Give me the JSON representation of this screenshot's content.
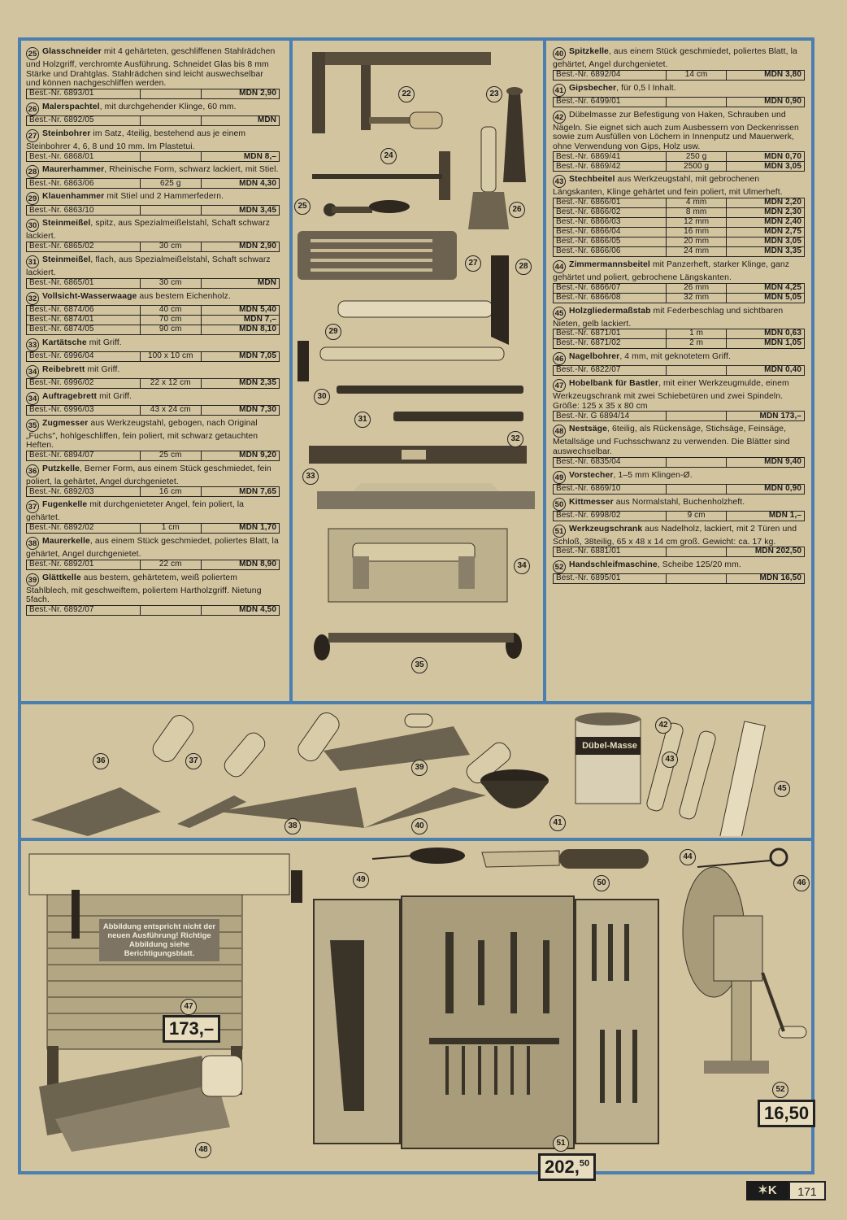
{
  "left_column": [
    {
      "n": "25",
      "name": "Glasschneider",
      "desc": " mit 4 gehärteten, geschliffenen Stahlrädchen und Holzgriff, verchromte Ausführung. Schneidet Glas bis 8 mm Stärke und Drahtglas. Stahlrädchen sind leicht auswechselbar und können nachgeschliffen werden.",
      "rows": [
        {
          "nr": "Best.-Nr. 6893/01",
          "size": "",
          "price": "MDN 2,90"
        }
      ]
    },
    {
      "n": "26",
      "name": "Malerspachtel",
      "desc": ", mit durchgehender Klinge, 60 mm.",
      "rows": [
        {
          "nr": "Best.-Nr. 6892/05",
          "size": "",
          "price": "MDN"
        }
      ]
    },
    {
      "n": "27",
      "name": "Steinbohrer",
      "desc": " im Satz, 4teilig, bestehend aus je einem Steinbohrer 4, 6, 8 und 10 mm. Im Plastetui.",
      "rows": [
        {
          "nr": "Best.-Nr. 6868/01",
          "size": "",
          "price": "MDN 8,–"
        }
      ]
    },
    {
      "n": "28",
      "name": "Maurerhammer",
      "desc": ", Rheinische Form, schwarz lackiert, mit Stiel.",
      "rows": [
        {
          "nr": "Best.-Nr. 6863/06",
          "size": "625 g",
          "price": "MDN 4,30"
        }
      ]
    },
    {
      "n": "29",
      "name": "Klauenhammer",
      "desc": " mit Stiel und 2 Hammerfedern.",
      "rows": [
        {
          "nr": "Best.-Nr. 6863/10",
          "size": "",
          "price": "MDN 3,45"
        }
      ]
    },
    {
      "n": "30",
      "name": "Steinmeißel",
      "desc": ", spitz, aus Spezialmeißelstahl, Schaft schwarz lackiert.",
      "rows": [
        {
          "nr": "Best.-Nr. 6865/02",
          "size": "30 cm",
          "price": "MDN 2,90"
        }
      ]
    },
    {
      "n": "31",
      "name": "Steinmeißel",
      "desc": ", flach, aus Spezialmeißelstahl, Schaft schwarz lackiert.",
      "rows": [
        {
          "nr": "Best.-Nr. 6865/01",
          "size": "30 cm",
          "price": "MDN"
        }
      ]
    },
    {
      "n": "32",
      "name": "Vollsicht-Wasserwaage",
      "desc": " aus bestem Eichenholz.",
      "rows": [
        {
          "nr": "Best.-Nr. 6874/06",
          "size": "40 cm",
          "price": "MDN 5,40"
        },
        {
          "nr": "Best.-Nr. 6874/01",
          "size": "70 cm",
          "price": "MDN 7,–"
        },
        {
          "nr": "Best.-Nr. 6874/05",
          "size": "90 cm",
          "price": "MDN 8,10"
        }
      ]
    },
    {
      "n": "33",
      "name": "Kartätsche",
      "desc": " mit Griff.",
      "rows": [
        {
          "nr": "Best.-Nr. 6996/04",
          "size": "100 x 10 cm",
          "price": "MDN 7,05"
        }
      ]
    },
    {
      "n": "34",
      "name": "Reibebrett",
      "desc": " mit Griff.",
      "rows": [
        {
          "nr": "Best.-Nr. 6996/02",
          "size": "22 x 12 cm",
          "price": "MDN 2,35"
        }
      ]
    },
    {
      "n": "34",
      "name": "Auftragebrett",
      "desc": " mit Griff.",
      "rows": [
        {
          "nr": "Best.-Nr. 6996/03",
          "size": "43 x 24 cm",
          "price": "MDN 7,30"
        }
      ]
    },
    {
      "n": "35",
      "name": "Zugmesser",
      "desc": " aus Werkzeugstahl, gebogen, nach Original „Fuchs\", hohlgeschliffen, fein poliert, mit schwarz getauchten Heften.",
      "rows": [
        {
          "nr": "Best.-Nr. 6894/07",
          "size": "25 cm",
          "price": "MDN 9,20"
        }
      ]
    },
    {
      "n": "36",
      "name": "Putzkelle",
      "desc": ", Berner Form, aus einem Stück geschmiedet, fein poliert, la gehärtet, Angel durchgenietet.",
      "rows": [
        {
          "nr": "Best.-Nr. 6892/03",
          "size": "16 cm",
          "price": "MDN 7,65"
        }
      ]
    },
    {
      "n": "37",
      "name": "Fugenkelle",
      "desc": " mit durchgenieteter Angel, fein poliert, la gehärtet.",
      "rows": [
        {
          "nr": "Best.-Nr. 6892/02",
          "size": "1 cm",
          "price": "MDN 1,70"
        }
      ]
    },
    {
      "n": "38",
      "name": "Maurerkelle",
      "desc": ", aus einem Stück geschmiedet, poliertes Blatt, la gehärtet, Angel durchgenietet.",
      "rows": [
        {
          "nr": "Best.-Nr. 6892/01",
          "size": "22 cm",
          "price": "MDN 8,90"
        }
      ]
    },
    {
      "n": "39",
      "name": "Glättkelle",
      "desc": " aus bestem, gehärtetem, weiß poliertem Stahlblech, mit geschweiftem, poliertem Hartholzgriff. Nietung 5fach.",
      "rows": [
        {
          "nr": "Best.-Nr. 6892/07",
          "size": "",
          "price": "MDN 4,50"
        }
      ]
    }
  ],
  "right_column": [
    {
      "n": "40",
      "name": "Spitzkelle",
      "desc": ", aus einem Stück geschmiedet, poliertes Blatt, la gehärtet, Angel durchgenietet.",
      "rows": [
        {
          "nr": "Best.-Nr. 6892/04",
          "size": "14 cm",
          "price": "MDN 3,80"
        }
      ]
    },
    {
      "n": "41",
      "name": "Gipsbecher",
      "desc": ", für 0,5 l Inhalt.",
      "rows": [
        {
          "nr": "Best.-Nr. 6499/01",
          "size": "",
          "price": "MDN 0,90"
        }
      ]
    },
    {
      "n": "42",
      "name": "Dübelmasse",
      "desc": " zur Befestigung von Haken, Schrauben und Nägeln. Sie eignet sich auch zum Ausbessern von Deckenrissen sowie zum Ausfüllen von Löchern in Innenputz und Mauerwerk, ohne Verwendung von Gips, Holz usw.",
      "plain": true,
      "rows": [
        {
          "nr": "Best.-Nr. 6869/41",
          "size": "250 g",
          "price": "MDN 0,70"
        },
        {
          "nr": "Best.-Nr. 6869/42",
          "size": "2500 g",
          "price": "MDN 3,05"
        }
      ]
    },
    {
      "n": "43",
      "name": "Stechbeitel",
      "desc": " aus Werkzeugstahl, mit gebrochenen Längskanten, Klinge gehärtet und fein poliert, mit Ulmerheft.",
      "rows": [
        {
          "nr": "Best.-Nr. 6866/01",
          "size": "4 mm",
          "price": "MDN 2,20"
        },
        {
          "nr": "Best.-Nr. 6866/02",
          "size": "8 mm",
          "price": "MDN 2,30"
        },
        {
          "nr": "Best.-Nr. 6866/03",
          "size": "12 mm",
          "price": "MDN 2,40"
        },
        {
          "nr": "Best.-Nr. 6866/04",
          "size": "16 mm",
          "price": "MDN 2,75"
        },
        {
          "nr": "Best.-Nr. 6866/05",
          "size": "20 mm",
          "price": "MDN 3,05"
        },
        {
          "nr": "Best.-Nr. 6866/06",
          "size": "24 mm",
          "price": "MDN 3,35"
        }
      ]
    },
    {
      "n": "44",
      "name": "Zimmermannsbeitel",
      "desc": " mit Panzerheft, starker Klinge, ganz gehärtet und poliert, gebrochene Längskanten.",
      "rows": [
        {
          "nr": "Best.-Nr. 6866/07",
          "size": "26 mm",
          "price": "MDN 4,25"
        },
        {
          "nr": "Best.-Nr. 6866/08",
          "size": "32 mm",
          "price": "MDN 5,05"
        }
      ]
    },
    {
      "n": "45",
      "name": "Holzgliedermaßstab",
      "desc": " mit Federbeschlag und sichtbaren Nieten, gelb lackiert.",
      "rows": [
        {
          "nr": "Best.-Nr. 6871/01",
          "size": "1 m",
          "price": "MDN 0,63"
        },
        {
          "nr": "Best.-Nr. 6871/02",
          "size": "2 m",
          "price": "MDN 1,05"
        }
      ]
    },
    {
      "n": "46",
      "name": "Nagelbohrer",
      "desc": ", 4 mm, mit geknotetem Griff.",
      "rows": [
        {
          "nr": "Best.-Nr. 6822/07",
          "size": "",
          "price": "MDN 0,40"
        }
      ]
    },
    {
      "n": "47",
      "name": "Hobelbank für Bastler",
      "desc": ", mit einer Werkzeugmulde, einem Werkzeugschrank mit zwei Schiebetüren und zwei Spindeln. Größe: 125 x 35 x 80 cm",
      "rows": [
        {
          "nr": "Best.-Nr. G 6894/14",
          "size": "",
          "price": "MDN 173,–"
        }
      ]
    },
    {
      "n": "48",
      "name": "Nestsäge",
      "desc": ", 6teilig, als Rückensäge, Stichsäge, Feinsäge, Metallsäge und Fuchsschwanz zu verwenden. Die Blätter sind auswechselbar.",
      "rows": [
        {
          "nr": "Best.-Nr. 6835/04",
          "size": "",
          "price": "MDN 9,40"
        }
      ]
    },
    {
      "n": "49",
      "name": "Vorstecher",
      "desc": ", 1–5 mm Klingen-Ø.",
      "rows": [
        {
          "nr": "Best.-Nr. 6869/10",
          "size": "",
          "price": "MDN 0,90"
        }
      ]
    },
    {
      "n": "50",
      "name": "Kittmesser",
      "desc": " aus Normalstahl, Buchenholzheft.",
      "rows": [
        {
          "nr": "Best.-Nr. 6998/02",
          "size": "9 cm",
          "price": "MDN 1,–"
        }
      ]
    },
    {
      "n": "51",
      "name": "Werkzeugschrank",
      "desc": " aus Nadelholz, lackiert, mit 2 Türen und Schloß, 38teilig, 65 x 48 x 14 cm groß. Gewicht: ca. 17 kg.",
      "rows": [
        {
          "nr": "Best.-Nr. 6881/01",
          "size": "",
          "price": "MDN 202,50"
        }
      ]
    },
    {
      "n": "52",
      "name": "Handschleifmaschine",
      "desc": ", Scheibe 125/20 mm.",
      "rows": [
        {
          "nr": "Best.-Nr. 6895/01",
          "size": "",
          "price": "MDN 16,50"
        }
      ]
    }
  ],
  "callouts": {
    "c22": "22",
    "c23": "23",
    "c24": "24",
    "c25": "25",
    "c26": "26",
    "c27": "27",
    "c28": "28",
    "c29": "29",
    "c30": "30",
    "c31": "31",
    "c32": "32",
    "c33": "33",
    "c34": "34",
    "c35": "35",
    "c36": "36",
    "c37": "37",
    "c38": "38",
    "c39": "39",
    "c40": "40",
    "c41": "41",
    "c42": "42",
    "c43": "43",
    "c44": "44",
    "c45": "45",
    "c46": "46",
    "c47": "47",
    "c48": "48",
    "c49": "49",
    "c50": "50",
    "c51": "51",
    "c52": "52"
  },
  "tin_label": "Dübel-Masse",
  "notice": "Abbildung entspricht nicht der neuen Ausführung! Richtige Abbildung siehe Berichtigungsblatt.",
  "prices": {
    "p47": "173,–",
    "p51_main": "202,",
    "p51_sup": "50",
    "p52": "16,50"
  },
  "page_number": "171",
  "colors": {
    "frame": "#4a7fb0",
    "paper": "#d3c4a0"
  }
}
